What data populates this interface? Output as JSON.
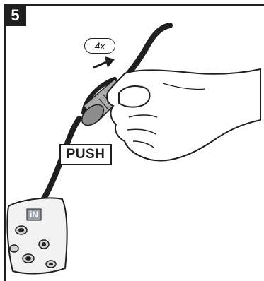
{
  "step": {
    "number": "5"
  },
  "labels": {
    "repeat": "4x",
    "push": "PUSH",
    "brand": "iN"
  },
  "colors": {
    "ink": "#1f1f1f",
    "skin": "#ffffff",
    "device": "#f2f2f2",
    "cable": "#1f1f1f",
    "connector": "#9a9a9a",
    "logo": "#9aa0a8"
  },
  "icons": [
    "arrow-icon",
    "hand-icon",
    "cable-icon",
    "connector-icon",
    "device-icon"
  ]
}
